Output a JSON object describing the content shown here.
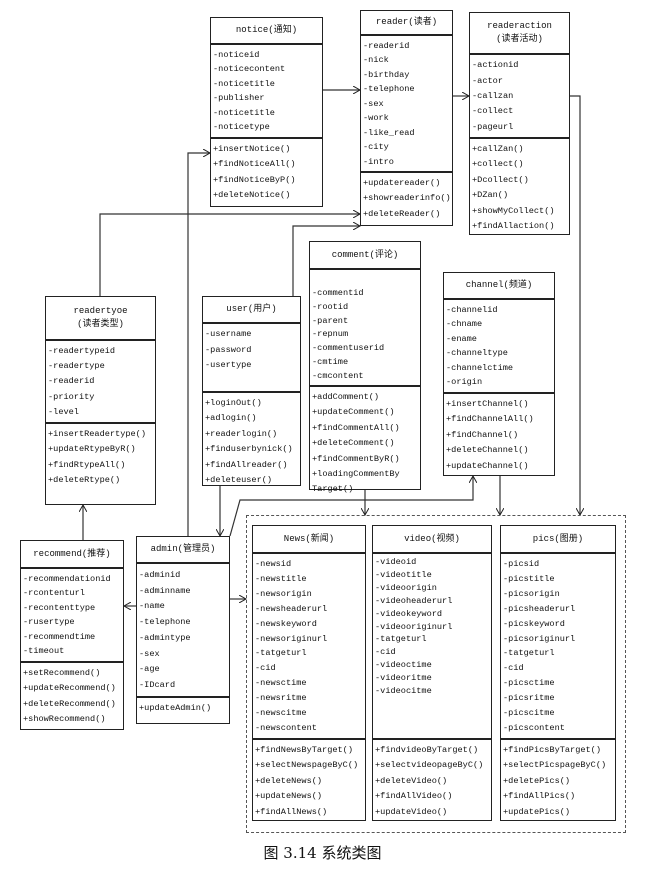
{
  "classes": [
    {
      "id": "notice",
      "title": "notice(通知)",
      "attributes": [
        "-noticeid",
        "-noticecontent",
        "-noticetitle",
        "-publisher",
        "-noticetitle",
        "-noticetype"
      ],
      "methods": [
        "+insertNotice()",
        "+findNoticeAll()",
        "+findNoticeByP()",
        "+deleteNotice()"
      ]
    },
    {
      "id": "reader",
      "title": "reader(读者)",
      "attributes": [
        "-readerid",
        "-nick",
        "-birthday",
        "-telephone",
        "-sex",
        "-work",
        "-like_read",
        "-city",
        "-intro"
      ],
      "methods": [
        "+updatereader()",
        "+showreaderinfo()",
        "+deleteReader()"
      ]
    },
    {
      "id": "readeraction",
      "title": "readeraction",
      "subtitle": "(读者活动)",
      "attributes": [
        "-actionid",
        "-actor",
        "-callzan",
        "-collect",
        "-pageurl"
      ],
      "methods": [
        "+callZan()",
        "+collect()",
        "+Dcollect()",
        "+DZan()",
        "+showMyCollect()",
        "+findAllaction()"
      ]
    },
    {
      "id": "readertype",
      "title": "readertyoe",
      "subtitle": "(读者类型)",
      "attributes": [
        "-readertypeid",
        "-readertype",
        "-readerid",
        "-priority",
        "-level"
      ],
      "methods": [
        "+insertReadertype()",
        "+updateRtypeByR()",
        "+findRtypeAll()",
        "+deleteRtype()"
      ]
    },
    {
      "id": "user",
      "title": "user(用户)",
      "attributes": [
        "-username",
        "-password",
        "-usertype",
        ""
      ],
      "methods": [
        "+loginOut()",
        "+adlogin()",
        "+readerlogin()",
        "+finduserbynick()",
        "+findAllreader()",
        "+deleteuser()"
      ]
    },
    {
      "id": "comment",
      "title": "comment(评论)",
      "attributes": [
        "",
        "-commentid",
        "-rootid",
        "-parent",
        "-repnum",
        "-commentuserid",
        "-cmtime",
        "-cmcontent"
      ],
      "methods": [
        "+addComment()",
        "+updateComment()",
        "+findCommentAll()",
        "+deleteComment()",
        "+findCommentByR()",
        "+loadingCommentBy",
        "Target()"
      ]
    },
    {
      "id": "channel",
      "title": "channel(频道)",
      "attributes": [
        "-channelid",
        "-chname",
        "-ename",
        "-channeltype",
        "-channelctime",
        "-origin"
      ],
      "methods": [
        "+insertChannel()",
        "+findChannelAll()",
        "+findChannel()",
        "+deleteChannel()",
        "+updateChannel()"
      ]
    },
    {
      "id": "recommend",
      "title": "recommend(推荐)",
      "attributes": [
        "-recommendationid",
        "-rcontenturl",
        "-recontenttype",
        "-rusertype",
        "-recommendtime",
        "-timeout"
      ],
      "methods": [
        "+setRecommend()",
        "+updateRecommend()",
        "+deleteRecommend()",
        "+showRecommend()"
      ]
    },
    {
      "id": "admin",
      "title": "admin(管理员)",
      "attributes": [
        "-adminid",
        "-adminname",
        "-name",
        "-telephone",
        "-admintype",
        "-sex",
        "-age",
        "-IDcard"
      ],
      "methods": [
        "+updateAdmin()"
      ]
    },
    {
      "id": "news",
      "title": "News(新闻)",
      "attributes": [
        "-newsid",
        "-newstitle",
        "-newsorigin",
        "-newsheaderurl",
        "-newskeyword",
        "-newsoriginurl",
        "-tatgeturl",
        "-cid",
        "-newsctime",
        "-newsritme",
        "-newscitme",
        "-newscontent"
      ],
      "methods": [
        "+findNewsByTarget()",
        "+selectNewspageByC()",
        "+deleteNews()",
        "+updateNews()",
        "+findAllNews()"
      ]
    },
    {
      "id": "video",
      "title": "video(视频)",
      "attributes": [
        "-videoid",
        "-videotitle",
        "-videoorigin",
        "-videoheaderurl",
        "-videokeyword",
        "-videooriginurl",
        "-tatgeturl",
        "-cid",
        "-videoctime",
        "-videoritme",
        "-videocitme",
        "",
        "",
        ""
      ],
      "methods": [
        "+findvideoByTarget()",
        "+selectvideopageByC()",
        "+deleteVideo()",
        "+findAllVideo()",
        "+updateVideo()"
      ]
    },
    {
      "id": "pics",
      "title": "pics(图册)",
      "attributes": [
        "-picsid",
        "-picstitle",
        "-picsorigin",
        "-picsheaderurl",
        "-picskeyword",
        "-picsoriginurl",
        "-tatgeturl",
        "-cid",
        "-picsctime",
        "-picsritme",
        "-picscitme",
        "-picscontent"
      ],
      "methods": [
        "+findPicsByTarget()",
        "+selectPicspageByC()",
        "+deletePics()",
        "+findAllPics()",
        "+updatePics()"
      ]
    }
  ],
  "caption": "图 3.14 系统类图"
}
